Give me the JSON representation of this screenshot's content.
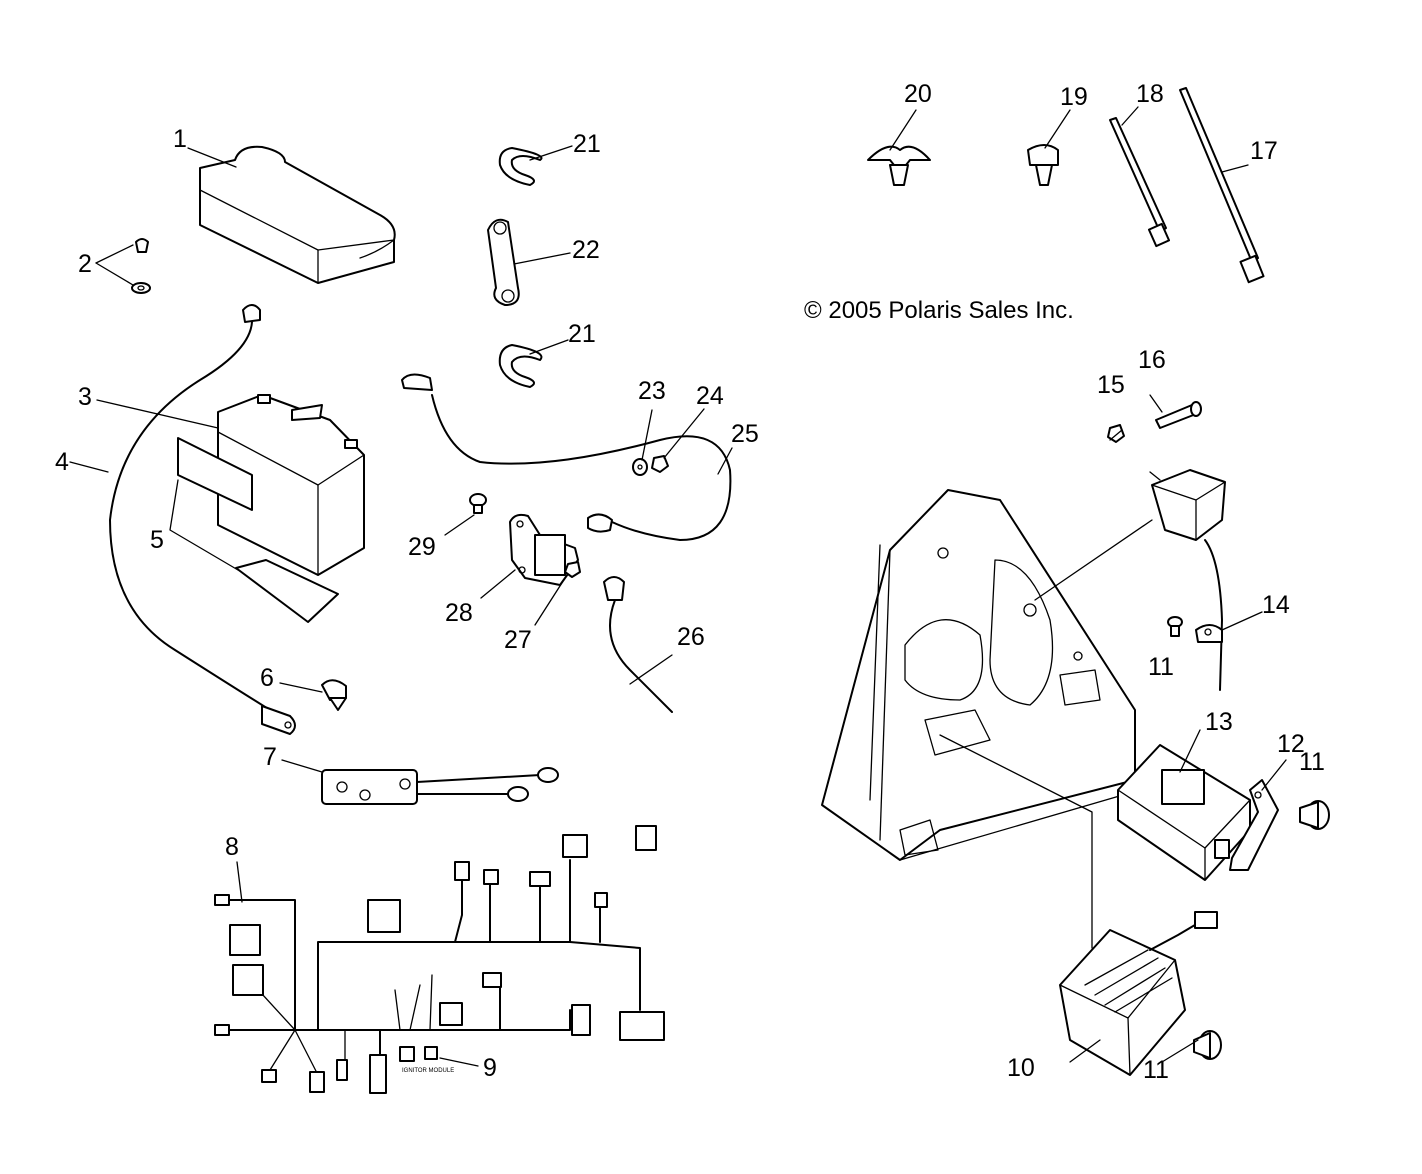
{
  "copyright": "© 2005 Polaris Sales Inc.",
  "callouts": {
    "c1": "1",
    "c2": "2",
    "c3": "3",
    "c4": "4",
    "c5": "5",
    "c6": "6",
    "c7": "7",
    "c8": "8",
    "c9": "9",
    "c10": "10",
    "c11a": "11",
    "c11b": "11",
    "c11c": "11",
    "c12": "12",
    "c13": "13",
    "c14": "14",
    "c15": "15",
    "c16": "16",
    "c17": "17",
    "c18": "18",
    "c19": "19",
    "c20": "20",
    "c21a": "21",
    "c21b": "21",
    "c22": "22",
    "c23": "23",
    "c24": "24",
    "c25": "25",
    "c26": "26",
    "c27": "27",
    "c28": "28",
    "c29": "29"
  },
  "harness_tag": "IGNITOR MODULE"
}
